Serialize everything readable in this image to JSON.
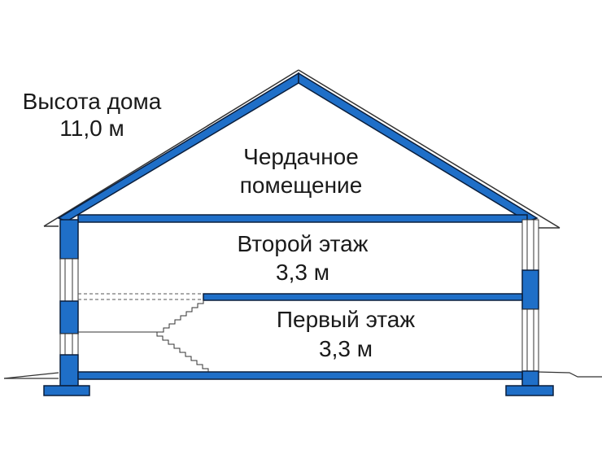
{
  "diagram": {
    "house_height_label": "Высота дома",
    "house_height_value": "11,0 м",
    "attic_label_line1": "Чердачное",
    "attic_label_line2": "помещение",
    "second_floor_label": "Второй этаж",
    "second_floor_height": "3,3 м",
    "first_floor_label": "Первый этаж",
    "first_floor_height": "3,3 м"
  },
  "colors": {
    "structure_fill": "#1f6fc8",
    "outline": "#0a1e3c",
    "text": "#1a1a1a"
  }
}
